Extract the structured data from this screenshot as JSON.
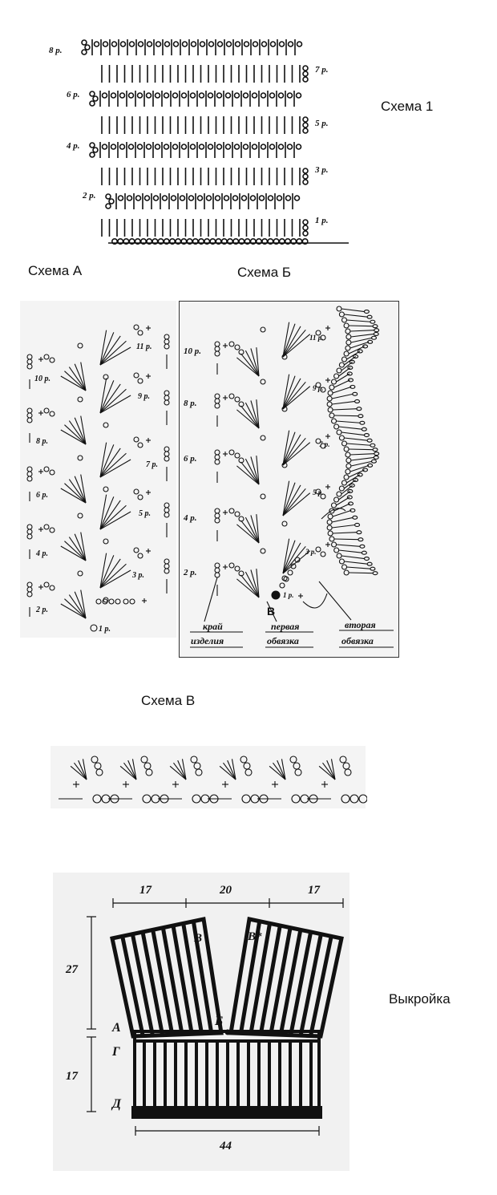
{
  "titles": {
    "scheme1": "Схема 1",
    "schemeA": "Схема А",
    "schemeB": "Схема Б",
    "schemeV": "Схема В",
    "pattern": "Выкройка"
  },
  "scheme1": {
    "row_labels": [
      "8 р.",
      "7 р.",
      "6 р.",
      "5 р.",
      "4 р.",
      "3 р.",
      "2 р.",
      "1 р."
    ]
  },
  "schemeA": {
    "row_labels": [
      "10 р.",
      "8 р.",
      "6 р.",
      "4 р.",
      "2 р."
    ],
    "right_labels": [
      "11 р.",
      "9 р.",
      "7 р.",
      "5 р.",
      "3 р."
    ],
    "start_label": "1 р."
  },
  "schemeB": {
    "row_labels": [
      "10 р.",
      "8 р.",
      "6 р.",
      "4 р.",
      "2 р."
    ],
    "fan_labels": [
      "11 р.",
      "9 р.",
      "7 р.",
      "5 р.",
      "3 р."
    ],
    "start_label": "1 р.",
    "point_label": "В",
    "caption_edge_1": "край",
    "caption_edge_2": "изделия",
    "caption_first_1": "первая",
    "caption_first_2": "обвязка",
    "caption_second_1": "вторая",
    "caption_second_2": "обвязка"
  },
  "pattern": {
    "dim_top_left": "17",
    "dim_top_mid": "20",
    "dim_top_right": "17",
    "dim_left_upper": "27",
    "dim_left_lower": "17",
    "dim_bottom": "44",
    "label_A": "А",
    "label_B": "Б",
    "label_V": "В",
    "label_V2": "В*",
    "label_G": "Г",
    "label_D": "Д"
  }
}
